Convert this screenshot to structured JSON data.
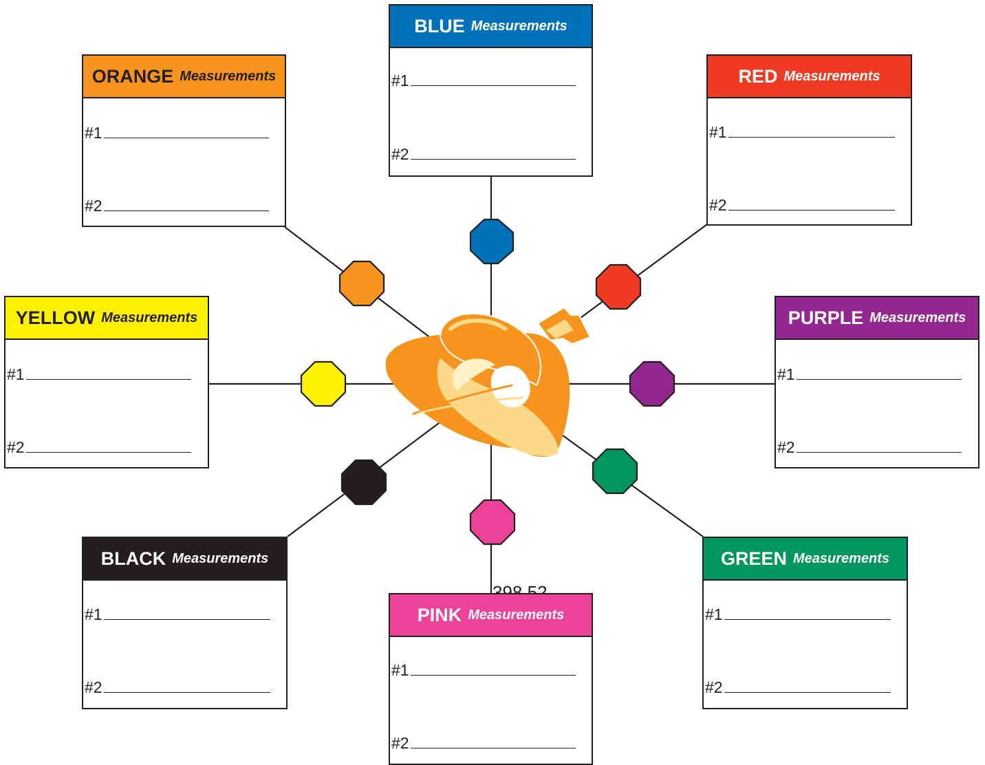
{
  "cards": {
    "blue": {
      "word": "BLUE",
      "meas": "Measurements",
      "line1": "#1",
      "line2": "#2",
      "color": "#0072bc",
      "text_color": "#ffffff",
      "meas_color": "#ffffff"
    },
    "orange": {
      "word": "ORANGE",
      "meas": "Measurements",
      "line1": "#1",
      "line2": "#2",
      "color": "#f7941d",
      "text_color": "#231f20",
      "meas_color": "#231f20"
    },
    "red": {
      "word": "RED",
      "meas": "Measurements",
      "line1": "#1",
      "line2": "#2",
      "color": "#ef3b24",
      "text_color": "#ffffff",
      "meas_color": "#ffffff"
    },
    "yellow": {
      "word": "YELLOW",
      "meas": "Measurements",
      "line1": "#1",
      "line2": "#2",
      "color": "#fff200",
      "text_color": "#231f20",
      "meas_color": "#231f20"
    },
    "purple": {
      "word": "PURPLE",
      "meas": "Measurements",
      "line1": "#1",
      "line2": "#2",
      "color": "#92278f",
      "text_color": "#ffffff",
      "meas_color": "#ffffff"
    },
    "black": {
      "word": "BLACK",
      "meas": "Measurements",
      "line1": "#1",
      "line2": "#2",
      "color": "#231f20",
      "text_color": "#ffffff",
      "meas_color": "#ffffff"
    },
    "pink": {
      "word": "PINK",
      "meas": "Measurements",
      "line1": "#1",
      "line2": "#2",
      "color": "#ec4399",
      "text_color": "#ffffff",
      "meas_color": "#ffffff"
    },
    "green": {
      "word": "GREEN",
      "meas": "Measurements",
      "line1": "#1",
      "line2": "#2",
      "color": "#00965e",
      "text_color": "#ffffff",
      "meas_color": "#ffffff"
    }
  },
  "stray_text": "398.52",
  "colors": {
    "outline": "#231f20",
    "hat_main": "#f7941d",
    "hat_light": "#fdd98a",
    "hat_pale": "#fff2c4"
  },
  "icons": {
    "center": "cowboy-hat-icon",
    "node": "octagon-marker"
  }
}
